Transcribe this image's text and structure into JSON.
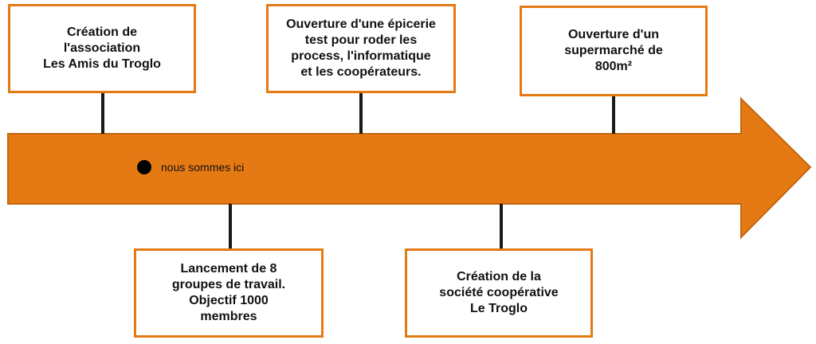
{
  "colors": {
    "arrow_fill": "#e57a14",
    "arrow_stroke": "#c4650c",
    "box_border": "#e57a14",
    "connector": "#1a1a1a",
    "marker": "#000000"
  },
  "events_above": [
    {
      "text": "Création de\nl'association\nLes Amis du Troglo"
    },
    {
      "text": "Ouverture d'une épicerie\ntest pour roder les\nprocess, l'informatique\net les coopérateurs."
    },
    {
      "text": "Ouverture d'un\nsupermarché de\n800m²"
    }
  ],
  "events_below": [
    {
      "text": "Lancement de 8\ngroupes de travail.\nObjectif 1000\nmembres"
    },
    {
      "text": "Création de la\nsociété coopérative\nLe Troglo"
    }
  ],
  "current_marker": {
    "label": "nous sommes ici"
  }
}
